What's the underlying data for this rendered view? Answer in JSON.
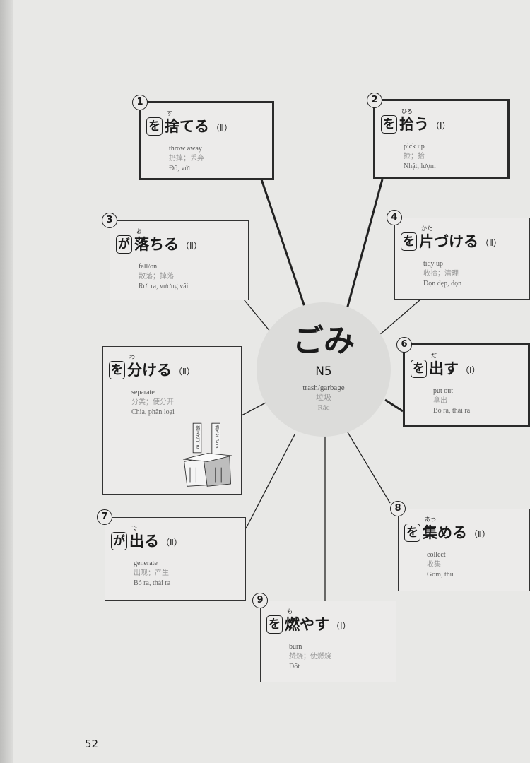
{
  "center": {
    "word": "ごみ",
    "level": "N5",
    "en": "trash/garbage",
    "zh": "垃圾",
    "vi": "Rác"
  },
  "cards": [
    {
      "num": "1",
      "particle": "を",
      "verb": "捨てる",
      "furigana": "す",
      "cls": "（Ⅱ）",
      "en": "throw away",
      "zh": "扔掉；丢弃",
      "vi": "Đổ, vứt"
    },
    {
      "num": "2",
      "particle": "を",
      "verb": "拾う",
      "furigana": "ひろ",
      "cls": "（Ⅰ）",
      "en": "pick up",
      "zh": "捡；拾",
      "vi": "Nhặt, lượm"
    },
    {
      "num": "3",
      "particle": "が",
      "verb": "落ちる",
      "furigana": "お",
      "cls": "（Ⅱ）",
      "en": "fall/on",
      "zh": "散落；掉落",
      "vi": "Rơi ra, vương vãi"
    },
    {
      "num": "4",
      "particle": "を",
      "verb": "片づける",
      "furigana": "かた",
      "cls": "（Ⅱ）",
      "en": "tidy up",
      "zh": "收拾；清理",
      "vi": "Dọn dẹp, dọn"
    },
    {
      "num": "",
      "particle": "を",
      "verb": "分ける",
      "furigana": "わ",
      "cls": "（Ⅱ）",
      "en": "separate",
      "zh": "分类；使分开",
      "vi": "Chia, phân loại"
    },
    {
      "num": "6",
      "particle": "を",
      "verb": "出す",
      "furigana": "だ",
      "cls": "（Ⅰ）",
      "en": "put out",
      "zh": "拿出",
      "vi": "Bỏ ra, thải ra"
    },
    {
      "num": "7",
      "particle": "が",
      "verb": "出る",
      "furigana": "で",
      "cls": "（Ⅱ）",
      "en": "generate",
      "zh": "出现；产生",
      "vi": "Bỏ ra, thải ra"
    },
    {
      "num": "8",
      "particle": "を",
      "verb": "集める",
      "furigana": "あつ",
      "cls": "（Ⅱ）",
      "en": "collect",
      "zh": "收集",
      "vi": "Gom, thu"
    },
    {
      "num": "9",
      "particle": "を",
      "verb": "燃やす",
      "furigana": "も",
      "cls": "（Ⅰ）",
      "en": "burn",
      "zh": "焚烧；使燃烧",
      "vi": "Đốt"
    }
  ],
  "illustration": {
    "sign1": "燃えるゴミ",
    "sign2": "燃えないゴミ"
  },
  "page_number": "52"
}
